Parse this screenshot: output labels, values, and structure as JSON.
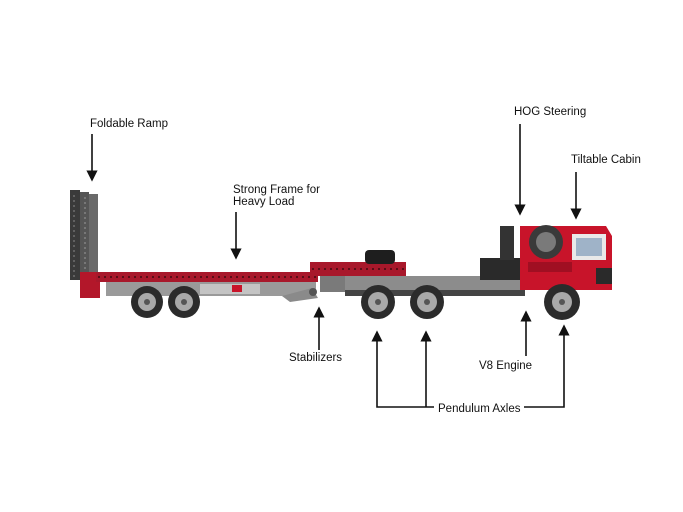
{
  "labels": {
    "foldable_ramp": "Foldable Ramp",
    "strong_frame_line1": "Strong Frame for",
    "strong_frame_line2": "Heavy Load",
    "hog_steering": "HOG Steering",
    "tiltable_cabin": "Tiltable Cabin",
    "stabilizers": "Stabilizers",
    "v8_engine": "V8 Engine",
    "pendulum_axles": "Pendulum Axles"
  },
  "colors": {
    "truck_red": "#c8142a",
    "frame_red": "#9e1a28",
    "chassis_grey": "#8c8c8c",
    "dark": "#2a2a2a",
    "tire": "#2b2b2b",
    "rim": "#a9a9a9"
  }
}
